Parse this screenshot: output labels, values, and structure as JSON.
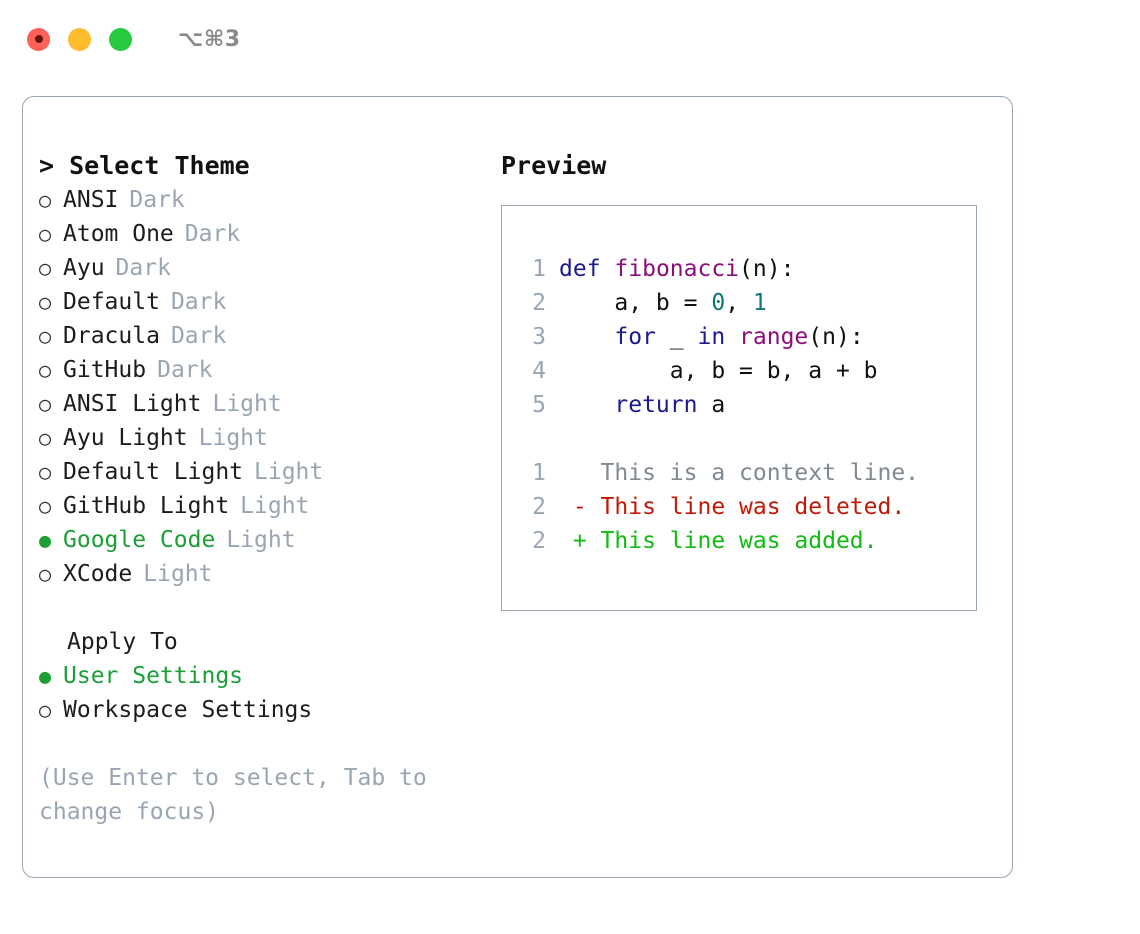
{
  "titlebar": {
    "shortcut": "⌥⌘3",
    "buttons": [
      {
        "name": "close",
        "color": "#ff6058"
      },
      {
        "name": "minimize",
        "color": "#ffbd2e"
      },
      {
        "name": "zoom",
        "color": "#27c93f"
      }
    ]
  },
  "theme_picker": {
    "header": "> Select Theme",
    "selected_glyph": "●",
    "unselected_glyph": "○",
    "accent_color": "#1aa034",
    "tag_color": "#9aa5b4",
    "options": [
      {
        "label": "ANSI",
        "tag": "Dark",
        "selected": false
      },
      {
        "label": "Atom One",
        "tag": "Dark",
        "selected": false
      },
      {
        "label": "Ayu",
        "tag": "Dark",
        "selected": false
      },
      {
        "label": "Default",
        "tag": "Dark",
        "selected": false
      },
      {
        "label": "Dracula",
        "tag": "Dark",
        "selected": false
      },
      {
        "label": "GitHub",
        "tag": "Dark",
        "selected": false
      },
      {
        "label": "ANSI Light",
        "tag": "Light",
        "selected": false
      },
      {
        "label": "Ayu Light",
        "tag": "Light",
        "selected": false
      },
      {
        "label": "Default Light",
        "tag": "Light",
        "selected": false
      },
      {
        "label": "GitHub Light",
        "tag": "Light",
        "selected": false
      },
      {
        "label": "Google Code",
        "tag": "Light",
        "selected": true
      },
      {
        "label": "XCode",
        "tag": "Light",
        "selected": false
      }
    ]
  },
  "apply_to": {
    "header": "Apply To",
    "options": [
      {
        "label": "User Settings",
        "selected": true
      },
      {
        "label": "Workspace Settings",
        "selected": false
      }
    ]
  },
  "hint": "(Use Enter to select, Tab to change focus)",
  "preview": {
    "header": "Preview",
    "code_lines": [
      {
        "no": "1",
        "tokens": [
          {
            "t": "def",
            "c": "kw"
          },
          {
            "t": " ",
            "c": "txt"
          },
          {
            "t": "fibonacci",
            "c": "fn"
          },
          {
            "t": "(n):",
            "c": "txt"
          }
        ]
      },
      {
        "no": "2",
        "tokens": [
          {
            "t": "    a, b = ",
            "c": "txt"
          },
          {
            "t": "0",
            "c": "num"
          },
          {
            "t": ", ",
            "c": "txt"
          },
          {
            "t": "1",
            "c": "num"
          }
        ]
      },
      {
        "no": "3",
        "tokens": [
          {
            "t": "    ",
            "c": "txt"
          },
          {
            "t": "for",
            "c": "kw"
          },
          {
            "t": " _ ",
            "c": "txt"
          },
          {
            "t": "in",
            "c": "kw"
          },
          {
            "t": " ",
            "c": "txt"
          },
          {
            "t": "range",
            "c": "fn"
          },
          {
            "t": "(n):",
            "c": "txt"
          }
        ]
      },
      {
        "no": "4",
        "tokens": [
          {
            "t": "        a, b = b, a + b",
            "c": "txt"
          }
        ]
      },
      {
        "no": "5",
        "tokens": [
          {
            "t": "    ",
            "c": "txt"
          },
          {
            "t": "return",
            "c": "kw"
          },
          {
            "t": " a",
            "c": "txt"
          }
        ]
      }
    ],
    "diff_lines": [
      {
        "no": "1",
        "tokens": [
          {
            "t": "   This is a context line.",
            "c": "ctx"
          }
        ]
      },
      {
        "no": "2",
        "tokens": [
          {
            "t": " - This line was deleted.",
            "c": "del"
          }
        ]
      },
      {
        "no": "2",
        "tokens": [
          {
            "t": " + This line was added.",
            "c": "add"
          }
        ]
      }
    ]
  }
}
